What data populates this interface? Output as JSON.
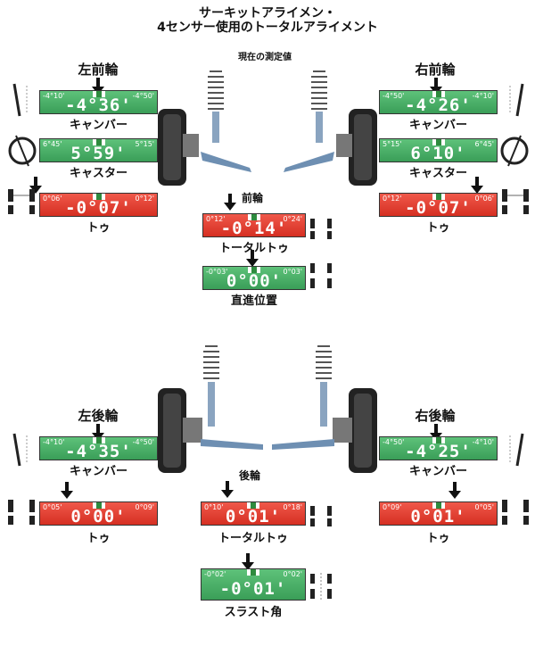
{
  "titles": {
    "line1": "サーキットアライメン・",
    "line2": "4センサー使用のトータルアライメント"
  },
  "front": {
    "current_label": "現在の測定値",
    "section_label": "前輪",
    "left": {
      "heading": "左前輪",
      "camber": {
        "min": "-4°10'",
        "max": "-4°50'",
        "value": "-4°36'",
        "label": "キャンバー"
      },
      "caster": {
        "min": "6°45'",
        "max": "5°15'",
        "value": "5°59'",
        "label": "キャスター"
      },
      "toe": {
        "min": "0°06'",
        "max": "0°12'",
        "value": "-0°07'",
        "label": "トゥ"
      }
    },
    "right": {
      "heading": "右前輪",
      "camber": {
        "min": "-4°50'",
        "max": "-4°10'",
        "value": "-4°26'",
        "label": "キャンバー"
      },
      "caster": {
        "min": "5°15'",
        "max": "6°45'",
        "value": "6°10'",
        "label": "キャスター"
      },
      "toe": {
        "min": "0°12'",
        "max": "0°06'",
        "value": "-0°07'",
        "label": "トゥ"
      }
    },
    "total_toe": {
      "min": "0°12'",
      "max": "0°24'",
      "value": "-0°14'",
      "label": "トータルトゥ"
    },
    "straight": {
      "min": "-0°03'",
      "max": "0°03'",
      "value": "0°00'",
      "label": "直進位置"
    }
  },
  "rear": {
    "section_label": "後輪",
    "left": {
      "heading": "左後輪",
      "camber": {
        "min": "-4°10'",
        "max": "-4°50'",
        "value": "-4°35'",
        "label": "キャンバー"
      },
      "toe": {
        "min": "0°05'",
        "max": "0°09'",
        "value": "0°00'",
        "label": "トゥ"
      }
    },
    "right": {
      "heading": "右後輪",
      "camber": {
        "min": "-4°50'",
        "max": "-4°10'",
        "value": "-4°25'",
        "label": "キャンバー"
      },
      "toe": {
        "min": "0°09'",
        "max": "0°05'",
        "value": "0°01'",
        "label": "トゥ"
      }
    },
    "total_toe": {
      "min": "0°10'",
      "max": "0°18'",
      "value": "0°01'",
      "label": "トータルトゥ"
    },
    "thrust": {
      "min": "-0°02'",
      "max": "0°02'",
      "value": "-0°01'",
      "label": "スラスト角"
    }
  },
  "colors": {
    "in_range": "#3fa95e",
    "out_of_range": "#e03a2c"
  }
}
